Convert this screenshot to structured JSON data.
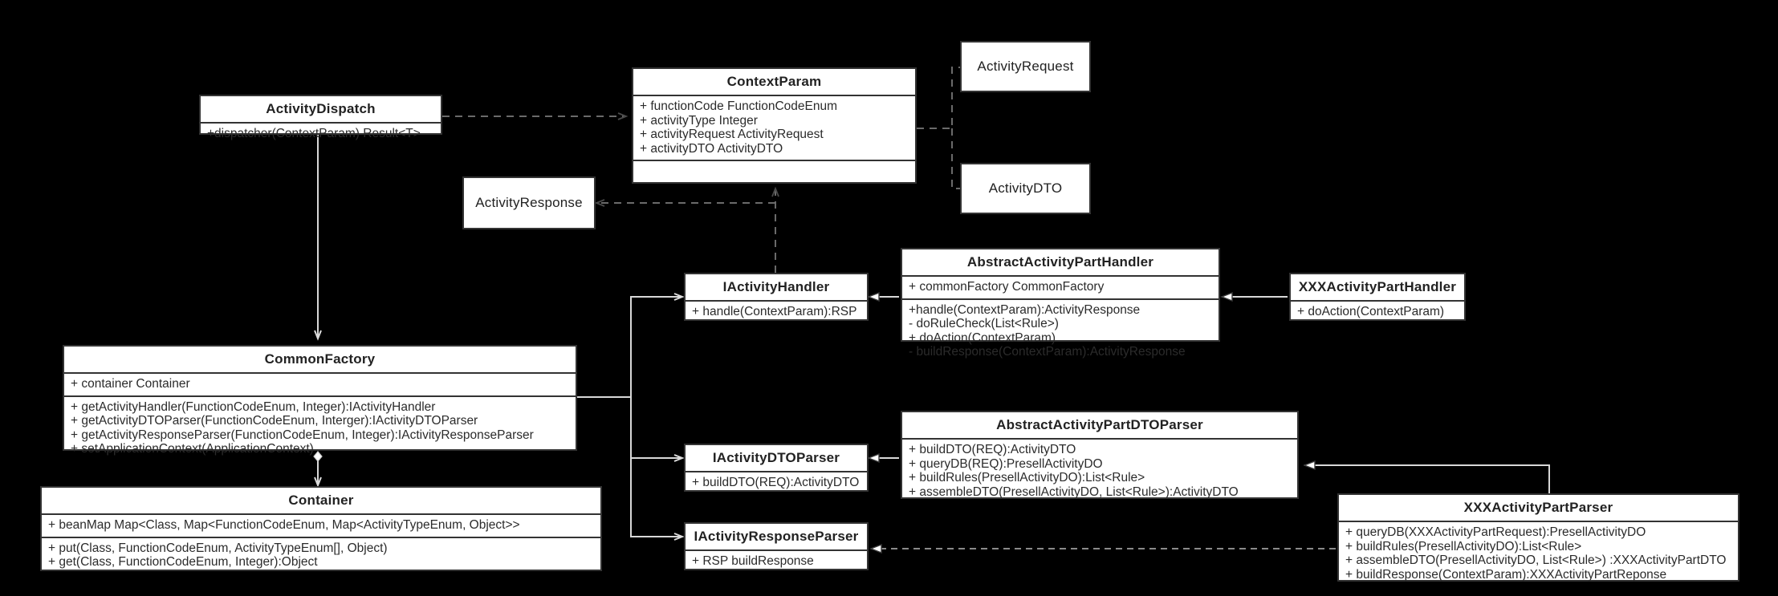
{
  "diagram": {
    "type": "uml-class-diagram",
    "background": "#000000",
    "box_fill": "#ffffff",
    "box_stroke": "#333333",
    "text_color": "#2b2b2b"
  },
  "classes": {
    "activity_dispatch": {
      "name": "ActivityDispatch",
      "methods": [
        "+dispatcher(ContextParam)  Result<T>"
      ]
    },
    "context_param": {
      "name": "ContextParam",
      "attributes": [
        "+ functionCode FunctionCodeEnum",
        "+ activityType Integer",
        "+ activityRequest ActivityRequest",
        "+ activityDTO ActivityDTO"
      ],
      "methods": []
    },
    "activity_request": {
      "name": "ActivityRequest"
    },
    "activity_dto": {
      "name": "ActivityDTO"
    },
    "activity_response": {
      "name": "ActivityResponse"
    },
    "common_factory": {
      "name": "CommonFactory",
      "attributes": [
        "+ container Container"
      ],
      "methods": [
        "+ getActivityHandler(FunctionCodeEnum, Integer):IActivityHandler",
        "+ getActivityDTOParser(FunctionCodeEnum, Interger):IActivityDTOParser",
        "+ getActivityResponseParser(FunctionCodeEnum, Integer):IActivityResponseParser",
        "+ setApplicationContext(ApplicationContext)"
      ]
    },
    "container": {
      "name": "Container",
      "attributes": [
        "+ beanMap Map<Class, Map<FunctionCodeEnum, Map<ActivityTypeEnum, Object>>"
      ],
      "methods": [
        "+ put(Class, FunctionCodeEnum, ActivityTypeEnum[], Object)",
        "+ get(Class, FunctionCodeEnum, Integer):Object"
      ]
    },
    "i_activity_handler": {
      "name": "IActivityHandler",
      "methods": [
        "+ handle(ContextParam):RSP"
      ]
    },
    "i_activity_dto_parser": {
      "name": "IActivityDTOParser",
      "methods": [
        "+ buildDTO(REQ):ActivityDTO"
      ]
    },
    "i_activity_response_parser": {
      "name": "IActivityResponseParser",
      "methods": [
        "+ RSP buildResponse"
      ]
    },
    "abstract_activity_part_handler": {
      "name": "AbstractActivityPartHandler",
      "attributes": [
        "+ commonFactory CommonFactory"
      ],
      "methods": [
        "+handle(ContextParam):ActivityResponse",
        "- doRuleCheck(List<Rule>)",
        "+ doAction(ContextParam)",
        "- buildResponse(ContextParam):ActivityResponse"
      ]
    },
    "xxx_activity_part_handler": {
      "name": "XXXActivityPartHandler",
      "methods": [
        "+ doAction(ContextParam)"
      ]
    },
    "abstract_activity_part_dto_parser": {
      "name": "AbstractActivityPartDTOParser",
      "methods": [
        "+ buildDTO(REQ):ActivityDTO",
        "+ queryDB(REQ):PresellActivityDO",
        "+ buildRules(PresellActivityDO):List<Rule>",
        "+ assembleDTO(PresellActivityDO, List<Rule>):ActivityDTO"
      ]
    },
    "xxx_activity_part_parser": {
      "name": "XXXActivityPartParser",
      "methods": [
        "+ queryDB(XXXActivityPartRequest):PresellActivityDO",
        "+ buildRules(PresellActivityDO):List<Rule>",
        "+ assembleDTO(PresellActivityDO, List<Rule>) :XXXActivityPartDTO",
        "+ buildResponse(ContextParam):XXXActivityPartReponse"
      ]
    }
  },
  "relationships": [
    {
      "from": "ActivityDispatch",
      "to": "ContextParam",
      "style": "dashed",
      "arrow": "open"
    },
    {
      "from": "ActivityDispatch",
      "to": "CommonFactory",
      "style": "solid",
      "arrow": "open"
    },
    {
      "from": "ContextParam",
      "to": "ActivityRequest",
      "style": "dashed",
      "arrow": "open"
    },
    {
      "from": "ContextParam",
      "to": "ActivityDTO",
      "style": "dashed",
      "arrow": "open"
    },
    {
      "from": "IActivityHandler",
      "to": "ContextParam",
      "style": "dashed",
      "arrow": "open"
    },
    {
      "from": "IActivityHandler",
      "to": "ActivityResponse",
      "style": "dashed",
      "arrow": "open"
    },
    {
      "from": "CommonFactory",
      "to": "Container",
      "style": "solid",
      "arrow": "composition"
    },
    {
      "from": "CommonFactory",
      "to": "IActivityHandler",
      "style": "solid",
      "arrow": "open"
    },
    {
      "from": "CommonFactory",
      "to": "IActivityDTOParser",
      "style": "solid",
      "arrow": "open"
    },
    {
      "from": "CommonFactory",
      "to": "IActivityResponseParser",
      "style": "solid",
      "arrow": "open"
    },
    {
      "from": "AbstractActivityPartHandler",
      "to": "IActivityHandler",
      "style": "solid",
      "arrow": "hollow-triangle"
    },
    {
      "from": "XXXActivityPartHandler",
      "to": "AbstractActivityPartHandler",
      "style": "solid",
      "arrow": "hollow-triangle"
    },
    {
      "from": "AbstractActivityPartDTOParser",
      "to": "IActivityDTOParser",
      "style": "solid",
      "arrow": "hollow-triangle"
    },
    {
      "from": "XXXActivityPartParser",
      "to": "AbstractActivityPartDTOParser",
      "style": "solid",
      "arrow": "hollow-triangle"
    },
    {
      "from": "XXXActivityPartParser",
      "to": "IActivityResponseParser",
      "style": "dashed",
      "arrow": "hollow-triangle"
    }
  ]
}
